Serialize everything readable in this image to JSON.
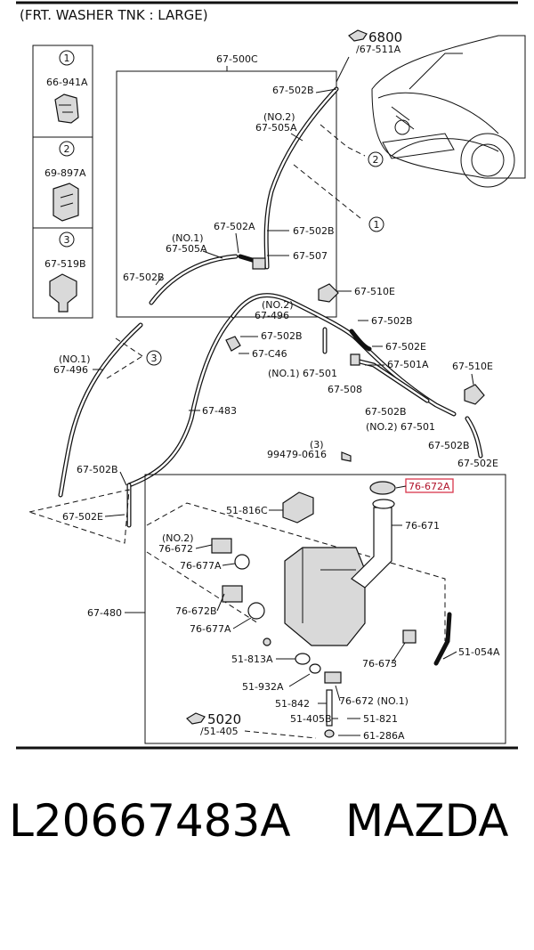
{
  "header": {
    "title": "(FRT. WASHER TNK : LARGE)"
  },
  "legend": {
    "items": [
      {
        "num": "1",
        "code": "66-941A"
      },
      {
        "num": "2",
        "code": "69-897A"
      },
      {
        "num": "3",
        "code": "67-519B"
      }
    ]
  },
  "refs": {
    "top_ref_num": "6800",
    "top_ref_sub": "/67-511A",
    "bottom_ref_num": "5020",
    "bottom_ref_sub": "/51-405"
  },
  "callouts": {
    "c1": "1",
    "c2": "2",
    "c3": "3"
  },
  "labels": {
    "l_67_500C": "67-500C",
    "l_67_502B_a": "67-502B",
    "l_no2_a": "(NO.2)",
    "l_67_505A_a": "67-505A",
    "l_67_502A": "67-502A",
    "l_no1_a": "(NO.1)",
    "l_67_505A_b": "67-505A",
    "l_67_502B_b": "67-502B",
    "l_67_507": "67-507",
    "l_67_502B_c": "67-502B",
    "l_67_510E_a": "67-510E",
    "l_no2_b": "(NO.2)",
    "l_67_496_a": "67-496",
    "l_67_502B_d": "67-502B",
    "l_67_502B_e": "67-502B",
    "l_67_502E_a": "67-502E",
    "l_no1_b": "(NO.1)",
    "l_67_496_b": "67-496",
    "l_67_C46": "67-C46",
    "l_67_501_a": "(NO.1) 67-501",
    "l_67_501A": "67-501A",
    "l_67_510E_b": "67-510E",
    "l_67_508": "67-508",
    "l_67_483": "67-483",
    "l_67_502B_f": "67-502B",
    "l_67_501_b": "(NO.2) 67-501",
    "l_67_502B_g": "67-502B",
    "l_67_502E_b": "67-502E",
    "l_qty3": "(3)",
    "l_99479": "99479-0616",
    "l_67_502B_h": "67-502B",
    "l_67_502E_c": "67-502E",
    "l_76_672A": "76-672A",
    "l_51_816C": "51-816C",
    "l_76_671": "76-671",
    "l_no2_c": "(NO.2)",
    "l_76_672_a": "76-672",
    "l_76_677A_a": "76-677A",
    "l_67_480": "67-480",
    "l_76_672B": "76-672B",
    "l_76_677A_b": "76-677A",
    "l_51_054A": "51-054A",
    "l_51_813A": "51-813A",
    "l_76_673": "76-673",
    "l_51_932A": "51-932A",
    "l_76_672_b": "76-672 (NO.1)",
    "l_51_842": "51-842",
    "l_51_405B": "51-405B",
    "l_51_821": "51-821",
    "l_61_286A": "61-286A"
  },
  "footer": {
    "part_number": "L20667483A",
    "brand": "MAZDA"
  },
  "colors": {
    "highlight": "#d9364c",
    "ink": "#111111"
  }
}
